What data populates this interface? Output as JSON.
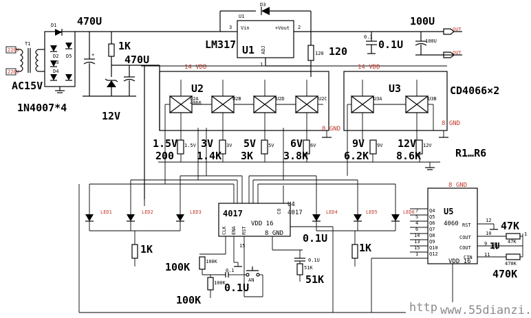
{
  "labels": {
    "input_top": "220V",
    "input_bottom": "220V",
    "transformer_ref": "T1",
    "transformer_voltage": "AC15V",
    "diodes": "1N4007*4",
    "d1": "D1",
    "d2": "D2",
    "d3": "D3",
    "d4": "D4",
    "d5": "D5",
    "cap_main": "470U",
    "res_zener": "1K",
    "cap_zener": "470U",
    "zener_voltage": "12V",
    "regulator_ref": "U1",
    "regulator_part": "LM317",
    "reg_pin_vin": "Vin",
    "reg_pin_vout": "+Vout",
    "reg_pin_adj": "ADJ",
    "reg_pin3": "3",
    "reg_pin2": "2",
    "reg_pin1": "1",
    "reg_res": "120",
    "out_cap_small_val": "0.1",
    "out_cap_small": "0.1U",
    "out_cap_big": "100U",
    "out_cap_big_small": "100U",
    "out_top": "OUT",
    "out_bottom": "OUT",
    "u2_ref": "U2",
    "u3_ref": "U3",
    "switch_part": "CD4066×2",
    "vdd_u2": "14 VDD",
    "vdd_u3": "14 VDD",
    "gnd_u2": "8 GND",
    "gnd_u3": "8 GND",
    "sw_u2a": "U2A",
    "sw_u2b": "U2B",
    "sw_u2d": "U2D",
    "sw_u2c": "U2C",
    "sw_u3a": "U3A",
    "sw_u3b": "U3B",
    "sw_part_small": "4066",
    "v1": "1.5V",
    "v2": "3V",
    "v3": "5V",
    "v4": "6V",
    "v5": "9V",
    "v6": "12V",
    "r1": "200",
    "r2": "1.4K",
    "r3": "3K",
    "r4": "3.8K",
    "r5": "6.2K",
    "r6": "8.6K",
    "r_series": "R1…R6",
    "res_tag_1": "1.5V",
    "res_tag_2": "3V",
    "res_tag_3": "5V",
    "res_tag_4": "6V",
    "res_tag_5": "9V",
    "res_tag_6": "12V",
    "leds": [
      "LED1",
      "LED2",
      "LED3",
      "LED4",
      "LED5",
      "LED6"
    ],
    "res_led_left": "1K",
    "res_led_right": "1K",
    "u4_ref": "U4",
    "u4_part": "4017",
    "u4_vdd": "VDD 16",
    "u4_gnd": "8 GND",
    "u4_clk": "CLK",
    "u4_ena": "ENA",
    "u4_rst": "RST",
    "u4_co": "CO",
    "u4_pin15": "15",
    "cap_u4": "0.1U",
    "cap_u4_small": "0.1U",
    "res_100k_top": "100K",
    "res_100k_bottom": "100K",
    "res_100k_tag": "100K",
    "res_100k_tag2": "100K",
    "button": "AN",
    "cap_button": "0.1U",
    "cap_button_small": "0.1",
    "res_51k": "51K",
    "res_51k_small": "51K",
    "u5_ref": "U5",
    "u5_part": "4060",
    "u5_gnd": "8 GND",
    "u5_vdd": "VDD 16",
    "u5_rst": "RST",
    "u5_cout": "COUT",
    "u5_cout2": "COUT",
    "u5_cin": "CIN",
    "u5_q_pins": [
      "Q4",
      "Q5",
      "Q6",
      "Q7",
      "Q8",
      "Q9",
      "Q10",
      "Q12"
    ],
    "u5_pin_numbers": [
      "7",
      "5",
      "4",
      "6",
      "14",
      "13",
      "15",
      "1"
    ],
    "u5_pin12": "12",
    "u5_pin10": "10",
    "u5_pin9": "9",
    "u5_pin11": "11",
    "cap_u5": "1U",
    "res_47k": "47K",
    "res_470k": "470K",
    "res_47k_small": "47K",
    "res_470k_small": "470K",
    "watermark_left": "http",
    "watermark": "www.55dianzi.com"
  }
}
